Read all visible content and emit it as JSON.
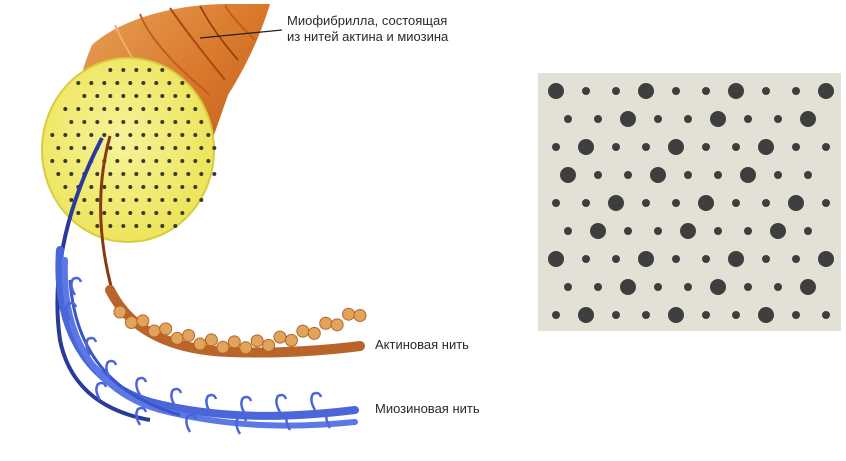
{
  "labels": {
    "myofibril_line1": "Миофибрилла, состоящая",
    "myofibril_line2": "из нитей актина и миозина",
    "actin": "Актиновая нить",
    "myosin": "Миозиновая нить"
  },
  "colors": {
    "fiber_orange": "#d9782a",
    "fiber_dark": "#b5521a",
    "cross_section_yellow": "#f3ef6e",
    "dot_dark": "#3a3a2a",
    "actin_bead": "#e0a45a",
    "actin_bead_dark": "#b8642a",
    "myosin_blue": "#4a66d8",
    "micrograph_bg": "#e3e0d6",
    "micrograph_dot": "#3e3e3e"
  }
}
